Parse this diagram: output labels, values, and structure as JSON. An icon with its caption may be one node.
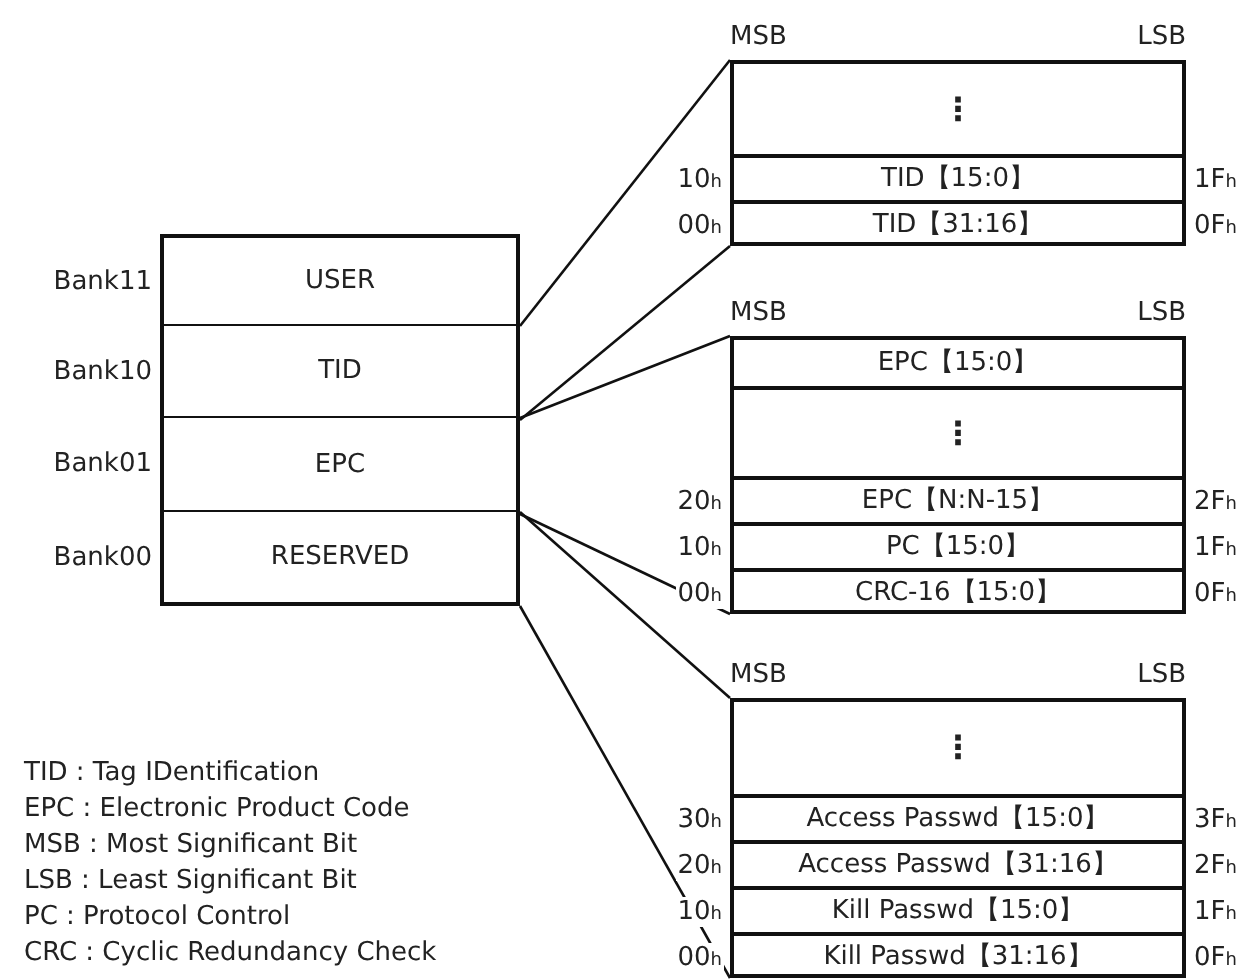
{
  "diagram": {
    "nodes": [
      {
        "text": [
          "USER"
        ],
        "beside": [
          "Bank11"
        ]
      },
      {
        "text": [
          "TID"
        ],
        "beside": [
          "Bank10"
        ]
      },
      {
        "text": [
          "EPC"
        ],
        "beside": [
          "Bank01"
        ]
      },
      {
        "text": [
          "RESERVED"
        ],
        "beside": [
          "Bank00"
        ]
      },
      {
        "text": [],
        "shape": "box",
        "beside": [
          "MSB",
          "LSB"
        ]
      },
      {
        "text": [
          "⋮"
        ],
        "in": 4
      },
      {
        "text": [
          "TID【15:0】"
        ],
        "in": 4,
        "beside": [
          "10$_{h}$",
          "1F$_{h}$"
        ]
      },
      {
        "text": [
          "TID【31:16】"
        ],
        "in": 4,
        "beside": [
          "00$_{h}$",
          "0F$_{h}$"
        ]
      },
      {
        "text": [],
        "shape": "box",
        "beside": [
          "MSB",
          "LSB"
        ]
      },
      {
        "text": [
          "EPC【15:0】"
        ],
        "in": 8
      },
      {
        "text": [
          "⋮"
        ],
        "in": 8
      },
      {
        "text": [
          "EPC【N:N-15】"
        ],
        "in": 8,
        "beside": [
          "20$_{h}$",
          "2F$_{h}$"
        ]
      },
      {
        "text": [
          "PC【15:0】"
        ],
        "in": 8,
        "beside": [
          "10$_{h}$",
          "1F$_{h}$"
        ]
      },
      {
        "text": [
          "CRC-16【15:0】"
        ],
        "in": 8,
        "beside": [
          "00$_{h}$",
          "0F$_{h}$"
        ]
      },
      {
        "text": [],
        "shape": "box",
        "beside": [
          "MSB",
          "LSB"
        ]
      },
      {
        "text": [
          "⋮"
        ],
        "in": 14
      },
      {
        "text": [
          "Access Passwd【15:0】"
        ],
        "in": 14,
        "beside": [
          "30$_{h}$",
          "3F$_{h}$"
        ]
      },
      {
        "text": [
          "Access Passwd【31:16】"
        ],
        "in": 14,
        "beside": [
          "20$_{h}$",
          "2F$_{h}$"
        ]
      },
      {
        "text": [
          "Kill Passwd【15:0】"
        ],
        "in": 14,
        "beside": [
          "10$_{h}$",
          "1F$_{h}$"
        ]
      },
      {
        "text": [
          "Kill Passwd【31:16】"
        ],
        "in": 14,
        "beside": [
          "00$_{h}$",
          "0F$_{h}$"
        ]
      }
    ],
    "edges": [
      {
        "from": 1,
        "to": 4,
        "arrow": "none"
      },
      {
        "from": 1,
        "to": 7,
        "arrow": "none"
      },
      {
        "from": 2,
        "to": 8,
        "arrow": "none"
      },
      {
        "from": 2,
        "to": 13,
        "arrow": "none"
      },
      {
        "from": 3,
        "to": 14,
        "arrow": "none"
      },
      {
        "from": 3,
        "to": 19,
        "arrow": "none"
      }
    ],
    "labels": [
      "TID : Tag IDentification",
      "EPC : Electronic Product Code",
      "MSB : Most Significant Bit",
      "LSB : Least Significant Bit",
      "PC : Protocol Control",
      "CRC : Cyclic Redundancy Check"
    ]
  }
}
